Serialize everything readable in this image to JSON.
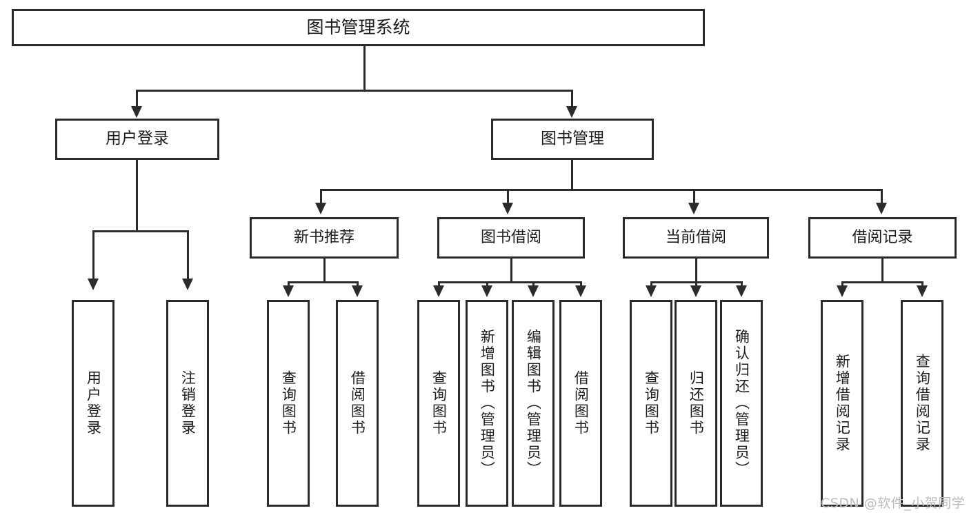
{
  "diagram": {
    "title": "图书管理系统",
    "type": "hierarchy-tree",
    "levels": 4,
    "root": {
      "label": "图书管理系统"
    },
    "level2": [
      {
        "label": "用户登录"
      },
      {
        "label": "图书管理"
      }
    ],
    "level3": [
      {
        "label": "新书推荐"
      },
      {
        "label": "图书借阅"
      },
      {
        "label": "当前借阅"
      },
      {
        "label": "借阅记录"
      }
    ],
    "leaves": {
      "user_login": [
        {
          "label": "用户登录"
        },
        {
          "label": "注销登录"
        }
      ],
      "new_book_recommend": [
        {
          "label": "查询图书"
        },
        {
          "label": "借阅图书"
        }
      ],
      "book_borrow": [
        {
          "label": "查询图书"
        },
        {
          "label": "新增图书（管理员）"
        },
        {
          "label": "编辑图书（管理员）"
        },
        {
          "label": "借阅图书"
        }
      ],
      "current_borrow": [
        {
          "label": "查询图书"
        },
        {
          "label": "归还图书"
        },
        {
          "label": "确认归还（管理员）"
        }
      ],
      "borrow_record": [
        {
          "label": "新增借阅记录"
        },
        {
          "label": "查询借阅记录"
        }
      ]
    }
  },
  "watermark": {
    "text": "CSDN @软件_小贺同学"
  },
  "colors": {
    "stroke": "#2b2b2b",
    "background": "#ffffff",
    "text": "#1c1c1c",
    "watermark": "#bdbdbd"
  }
}
